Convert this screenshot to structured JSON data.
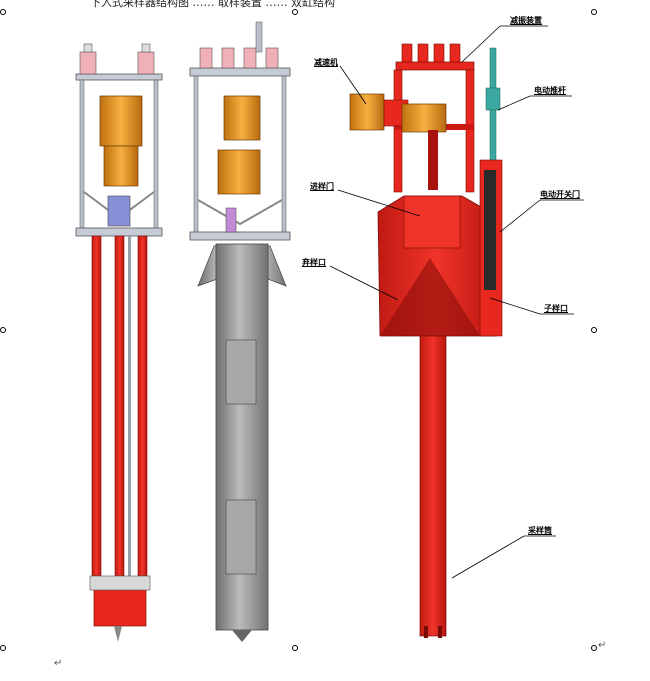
{
  "caption": "下入式采样器结构图 …… 取样装置 …… 双缸结构",
  "labels": {
    "reducer": "减速机",
    "vibration_damper": "减振装置",
    "electric_push_rod": "电动推杆",
    "intake_door": "进样门",
    "electric_gate": "电动开关门",
    "discharge_port": "弃样口",
    "sub_sample_port": "子样口",
    "sampling_tube": "采样筒"
  },
  "colors": {
    "red": "#e8281e",
    "dark_red": "#a8120c",
    "gray": "#9a9a9a",
    "dark_gray": "#5e5e5e",
    "orange": "#e89a22",
    "teal": "#3aa8a0",
    "frame": "#b9bfc8"
  },
  "return_mark": "↵"
}
